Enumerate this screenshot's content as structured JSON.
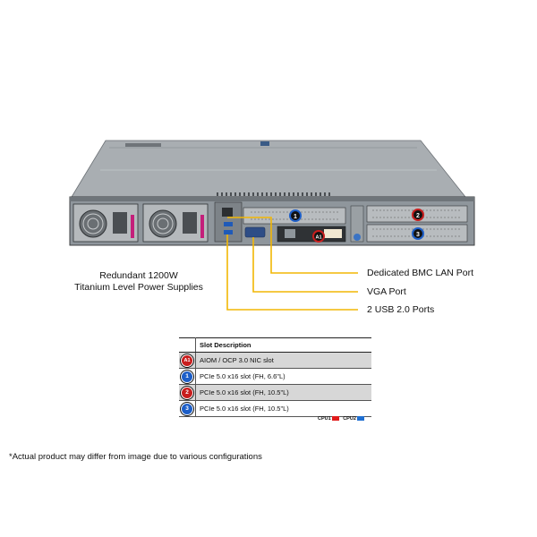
{
  "labels": {
    "psu_line1": "Redundant 1200W",
    "psu_line2": "Titanium Level Power Supplies",
    "bmc": "Dedicated BMC LAN Port",
    "vga": "VGA Port",
    "usb": "2 USB 2.0 Ports"
  },
  "table": {
    "header": "Slot Description",
    "rows": [
      {
        "badge": "A1",
        "text": "AIOM / OCP 3.0 NIC  slot",
        "color": "#c81e1e"
      },
      {
        "badge": "1",
        "text": "PCIe 5.0 x16 slot (FH, 6.6\"L)",
        "color": "#1e5fc8"
      },
      {
        "badge": "2",
        "text": "PCIe 5.0 x16 slot (FH,  10.5\"L)",
        "color": "#c81e1e"
      },
      {
        "badge": "3",
        "text": "PCIe 5.0 x16 slot (FH,  10.5\"L)",
        "color": "#1e5fc8"
      }
    ],
    "cpu1": "CPU1",
    "cpu2": "CPU2",
    "cpu1_color": "#e01b1b",
    "cpu2_color": "#1f6fd1"
  },
  "disclaimer": "*Actual product may differ from image due to various configurations",
  "colors": {
    "callout_line": "#f2b705",
    "chassis": "#8f969c",
    "chassis_dark": "#3c3f42"
  }
}
